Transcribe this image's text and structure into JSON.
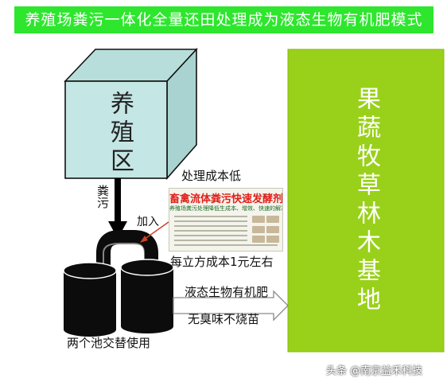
{
  "title": "养殖场粪污一体化全量还田处理成为液态生物有机肥模式",
  "farm_area": "养殖区",
  "manure": "粪污",
  "add": "加入",
  "cost_low": "处理成本低",
  "product_title": "畜禽流体粪污快速发酵剂",
  "product_subtitle": "养殖场粪污处理降低生成本、增效、快速的解决方案产品",
  "cost_per_unit": "每立方成本1元左右",
  "liquid_fertilizer": "液态生物有机肥",
  "no_odor": "无臭味不烧苗",
  "two_pools": "两个池交替使用",
  "base": "果蔬牧草林木基地",
  "watermark": "头条 @南京益禾科技",
  "colors": {
    "title_bg": "#2ee62e",
    "box_face": "#c4e6e4",
    "box_top": "#b8dedb",
    "box_side": "#a9d3d0",
    "base_green": "#99d11a",
    "tank": "#0c0c0c",
    "arrow_fill": "#ffffff",
    "add_arrow": "#cc4422"
  }
}
